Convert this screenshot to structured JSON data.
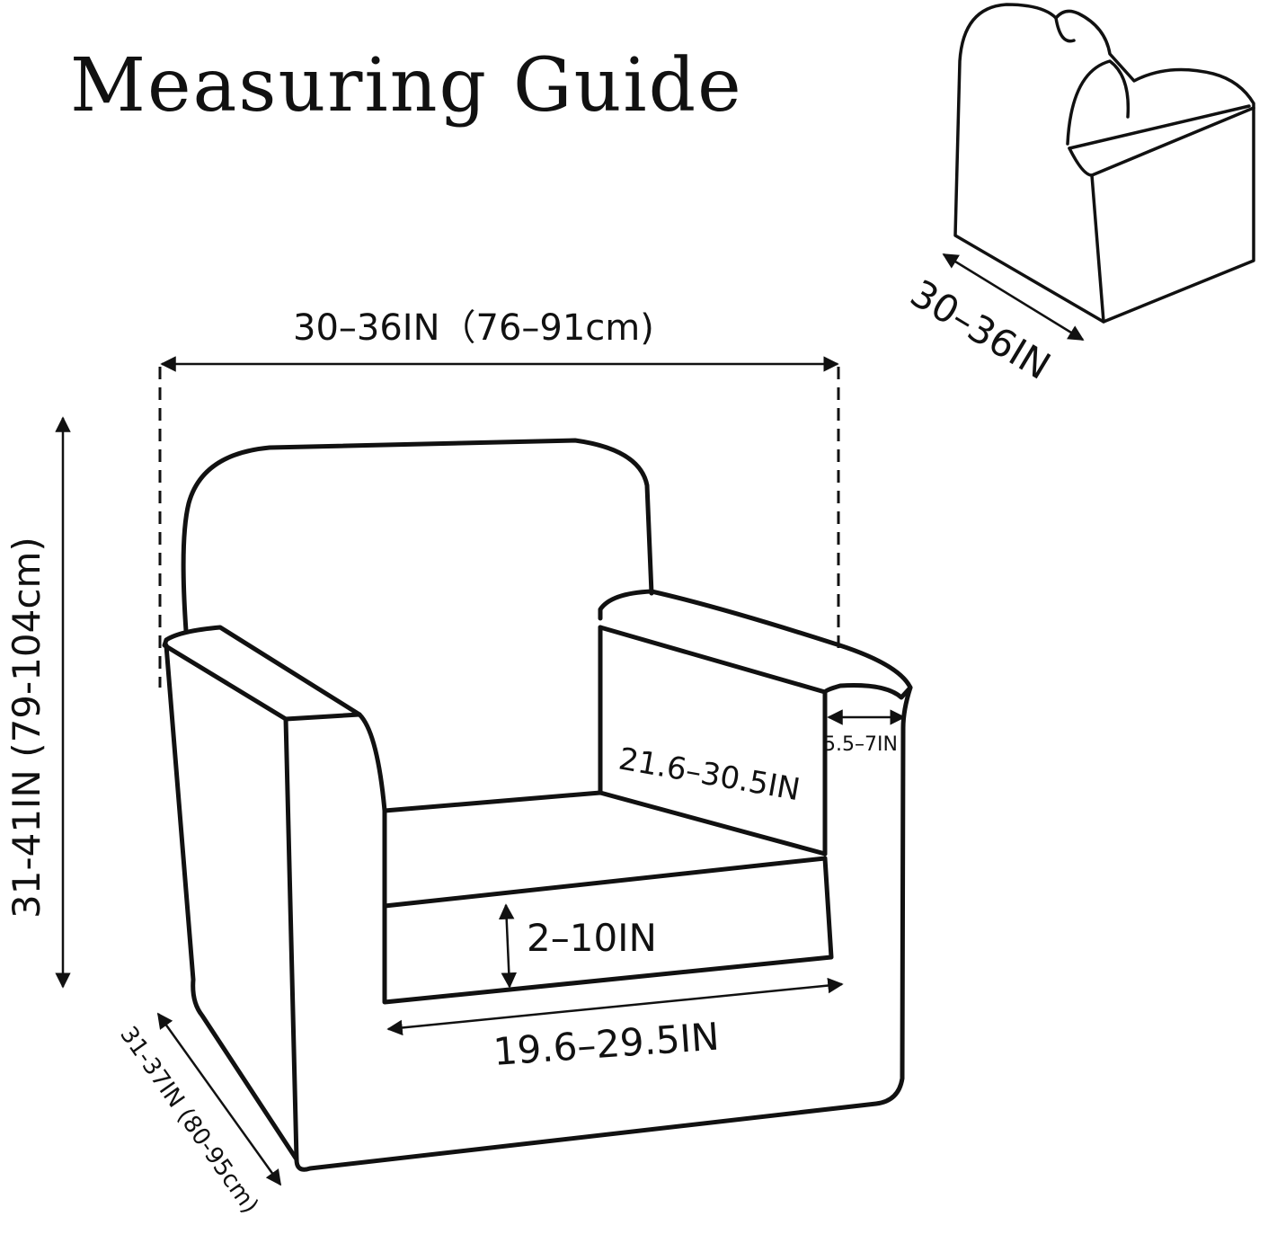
{
  "title": "Measuring Guide",
  "colors": {
    "line": "#111111",
    "background": "#ffffff"
  },
  "labels": {
    "overall_width": "30–36IN（76–91cm)",
    "overall_height": "31-41IN (79-104cm)",
    "overall_depth": "31-37IN (80-95cm)",
    "arm_width": "5.5–7IN",
    "seat_depth": "21.6–30.5IN",
    "cushion_height": "2–10IN",
    "seat_width": "19.6–29.5IN",
    "small_chair_depth": "30–36IN"
  }
}
